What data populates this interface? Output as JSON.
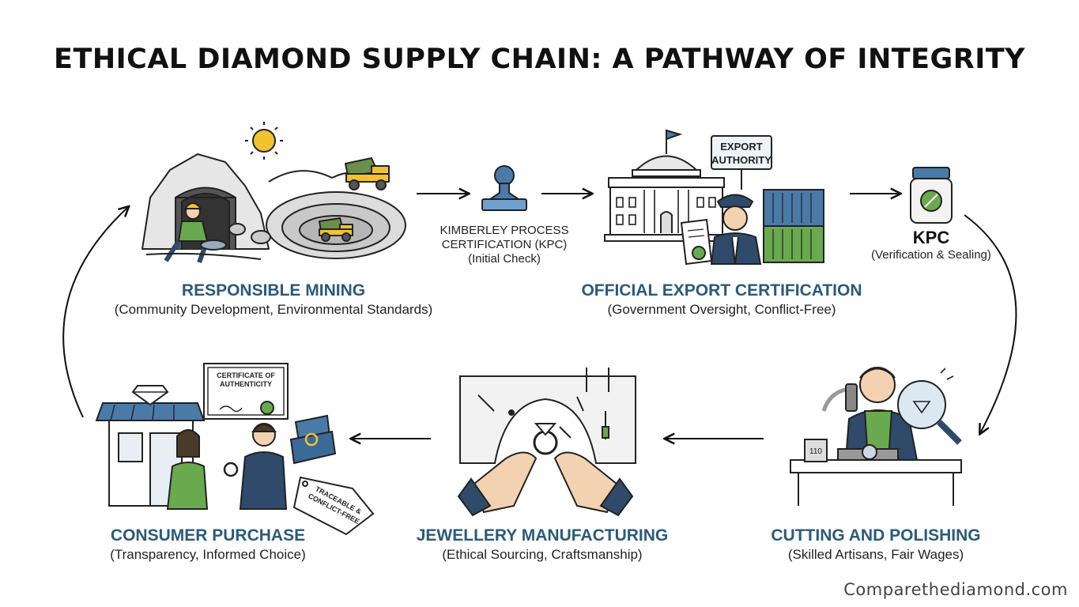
{
  "title": "ETHICAL DIAMOND SUPPLY CHAIN: A PATHWAY OF INTEGRITY",
  "stages": {
    "mining": {
      "title": "RESPONSIBLE MINING",
      "subtitle": "(Community Development, Environmental Standards)"
    },
    "kpc_initial": {
      "line1": "KIMBERLEY PROCESS",
      "line2": "CERTIFICATION (KPC)",
      "line3": "(Initial Check)"
    },
    "export": {
      "title": "OFFICIAL EXPORT CERTIFICATION",
      "subtitle": "(Government Oversight, Conflict-Free)",
      "sign_line1": "EXPORT",
      "sign_line2": "AUTHORITY"
    },
    "kpc_verification": {
      "title": "KPC",
      "subtitle": "(Verification & Sealing)"
    },
    "cutting": {
      "title": "CUTTING AND POLISHING",
      "subtitle": "(Skilled Artisans, Fair Wages)",
      "machine_label": "110"
    },
    "jewellery": {
      "title": "JEWELLERY MANUFACTURING",
      "subtitle": "(Ethical Sourcing, Craftsmanship)"
    },
    "consumer": {
      "title": "CONSUMER PURCHASE",
      "subtitle": "(Transparency, Informed Choice)",
      "certificate_line1": "CERTIFICATE OF",
      "certificate_line2": "AUTHENTICITY",
      "tag_line1": "TRACEABLE &",
      "tag_line2": "CONFLICT-FREE"
    }
  },
  "brand": "Comparethediamond.com",
  "colors": {
    "accent_blue": "#2b5a7a",
    "green": "#5a9a4a",
    "navy": "#2f4a6a",
    "yellow": "#f2c230"
  }
}
